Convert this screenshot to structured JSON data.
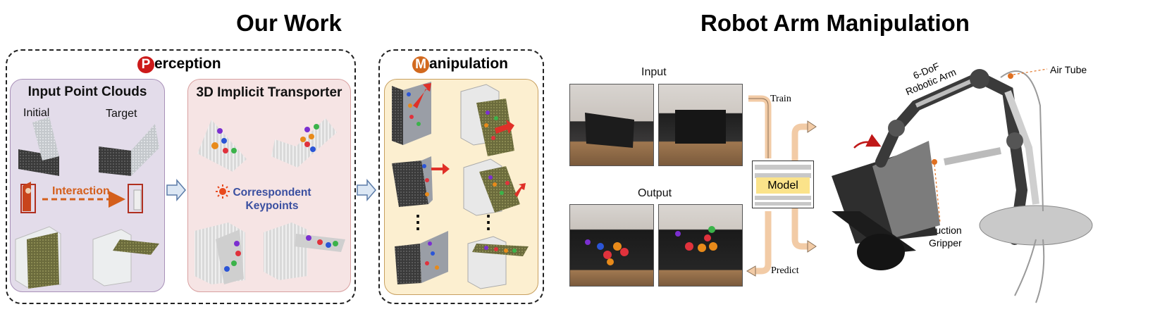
{
  "left": {
    "heading": "Our Work",
    "perception": {
      "letter": "P",
      "rest": "erception",
      "badge_color": "#cc1a1a",
      "input_panel": {
        "title": "Input Point Clouds",
        "initial": "Initial",
        "target": "Target",
        "interaction": "Interaction"
      },
      "transporter_panel": {
        "title": "3D Implicit Transporter",
        "kp_line1": "Correspondent",
        "kp_line2": "Keypoints"
      }
    },
    "manipulation": {
      "letter": "M",
      "rest": "anipulation",
      "badge_color": "#d2691e",
      "dots": "⋮"
    }
  },
  "right": {
    "heading": "Robot Arm Manipulation",
    "input_label": "Input",
    "output_label": "Output",
    "train": "Train",
    "predict": "Predict",
    "model": "Model",
    "arm_label_1": "6-DoF",
    "arm_label_2": "Robotic Arm",
    "air_tube": "Air Tube",
    "suction_1": "Suction",
    "suction_2": "Gripper"
  },
  "colors": {
    "input_panel_bg": "#e3dcea",
    "transporter_panel_bg": "#f6e4e4",
    "manip_panel_bg": "#fcefd0",
    "interaction_orange": "#d45f1c",
    "keypoint_blue": "#3a4fa0"
  }
}
